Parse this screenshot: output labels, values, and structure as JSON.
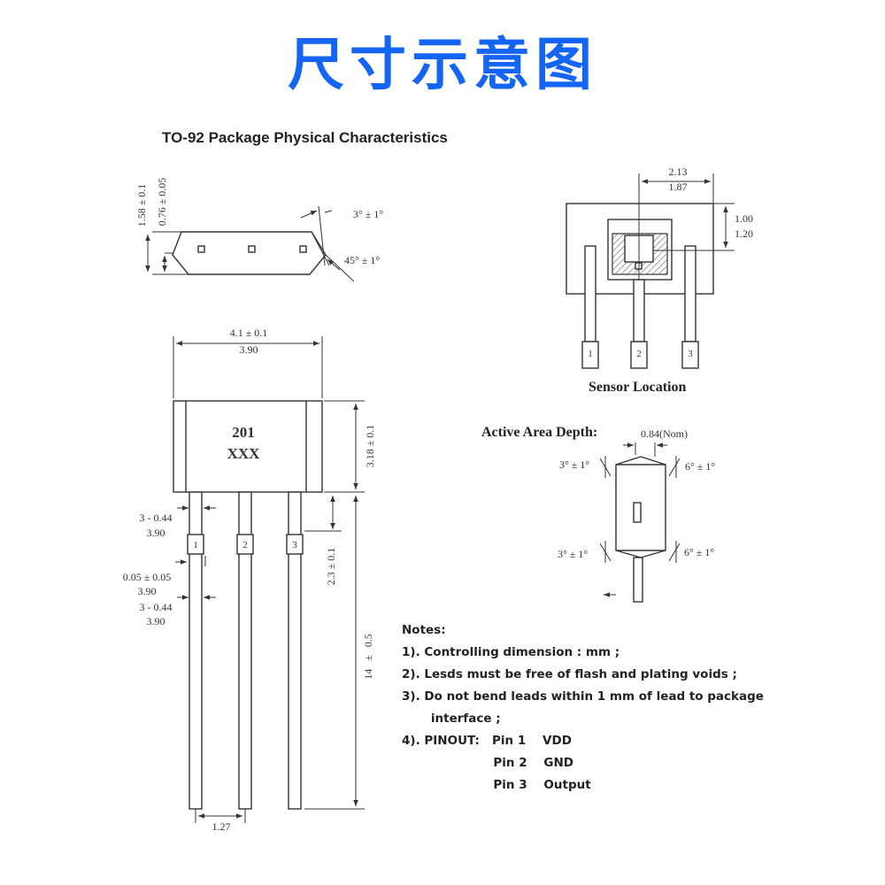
{
  "page_title": "尺寸示意图",
  "package_title": "TO-92 Package Physical Characteristics",
  "side_view": {
    "height_total": "1.58 ± 0.1",
    "height_lead": "0.76 ± 0.05",
    "angle_top": "3° ± 1°",
    "angle_side": "45° ± 1°"
  },
  "front_view": {
    "width_top": "4.1 ± 0.1",
    "width_bottom": "3.90",
    "marking_line1": "201",
    "marking_line2": "XXX",
    "body_height": "3.18 ± 0.1",
    "lead_width_a_top": "3 - 0.44",
    "lead_width_a_bottom": "3.90",
    "lead_gap_top": "0.05 ± 0.05",
    "lead_gap_bottom": "3.90",
    "lead_width_b_top": "3 - 0.44",
    "lead_width_b_bottom": "3.90",
    "lead_to_tab": "2.3 ± 0.1",
    "lead_length": "14   ±   0.5",
    "pitch": "1.27",
    "pin_labels": [
      "1",
      "2",
      "3"
    ]
  },
  "sensor_location": {
    "label": "Sensor Location",
    "width_top": "2.13",
    "width_bottom": "1.87",
    "offset_top": "1.00",
    "offset_bottom": "1.20",
    "pin_labels": [
      "1",
      "2",
      "3"
    ]
  },
  "active_area": {
    "label": "Active Area Depth:",
    "depth": "0.84(Nom)",
    "angle_tl": "3° ± 1°",
    "angle_tr": "6° ± 1°",
    "angle_bl": "3° ± 1°",
    "angle_br": "6° ± 1°"
  },
  "notes": {
    "heading": "Notes:",
    "items": [
      "1). Controlling dimension : mm ;",
      "2). Lesds must be free of flash and plating voids ;",
      "3). Do not bend leads within 1 mm of lead to package",
      "       interface ;",
      "4). PINOUT:   Pin 1    VDD",
      "                      Pin 2    GND",
      "                      Pin 3    Output"
    ]
  }
}
